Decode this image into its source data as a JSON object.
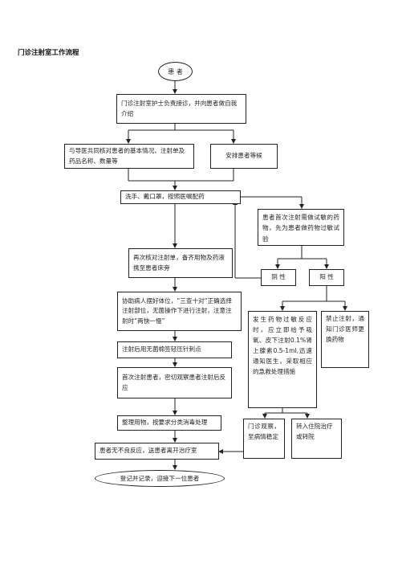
{
  "title": "门诊注射室工作流程",
  "nodes": {
    "patient": "患 者",
    "nurse_reception": "门诊注射室护士负责接诊，并向患者做自我介绍",
    "verify_prescription": "与导医共同核对患者的基本情况、注射单及药品名称、数量等",
    "arrange_wait": "安排患者等候",
    "prepare_drug": "洗手、戴口罩，按照医嘱配药",
    "skin_test": "患者首次注射需做试敏的药物，先为患者做药物过敏试验",
    "recheck": "再次核对注射单，备齐用物及药液携至患者床旁",
    "negative": "阴 性",
    "positive": "阳 性",
    "assist_position": "协助病人摆好体位，“三查十对”正确选择注射部位，无菌操作下进行注射，注意注射时“两快一慢”",
    "allergy_rescue": "发生药物过敏反应时，应立即给予吸氧、皮下注射0.1%肾上腺素0.5-1ml,迅速通知医生，采取相应的急救处理措施",
    "stop_injection": "禁止注射，通知门诊医师更换药物",
    "press_site": "注射后用无菌棉签轻压针刺点",
    "observe": "首次注射患者，密切观察患者注射后反应",
    "tidy_up": "整理用物，按要求分类消毒处理",
    "clinic_observe": "门诊观察，至病情稳定",
    "hospitalize": "转入住院治疗或转院",
    "leave": "患者无不良反应，送患者离开治疗室",
    "register": "登记并记录，迎接下一位患者"
  }
}
